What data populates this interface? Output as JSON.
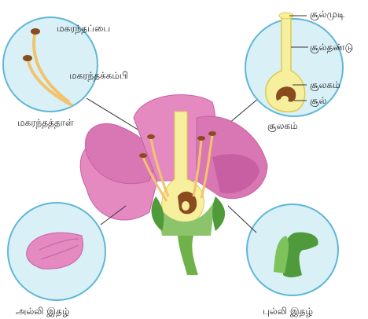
{
  "labels": {
    "pollen_sac": "மகரந்தப்பை",
    "filament": "மகரந்தக்கம்பி",
    "stamen": "மகரந்தத்தாள்",
    "stigma": "சூல்முடி",
    "style": "சூல்தண்டு",
    "ovary": "சூலகம்",
    "ovule": "சூல்",
    "pistil": "சூலகம்",
    "petal": "அல்லி இதழ்",
    "sepal": "புல்லி இதழ்"
  },
  "colors": {
    "circle_fill": "#d9f0f7",
    "circle_stroke": "#5fb7d6",
    "petal_pink": "#e48ac1",
    "petal_dark": "#c95fa3",
    "pistil_yellow": "#f6ef9e",
    "ovary_brown": "#8a4b1e",
    "stem_green": "#6fb24a",
    "sepal_green": "#4f9a3a"
  }
}
